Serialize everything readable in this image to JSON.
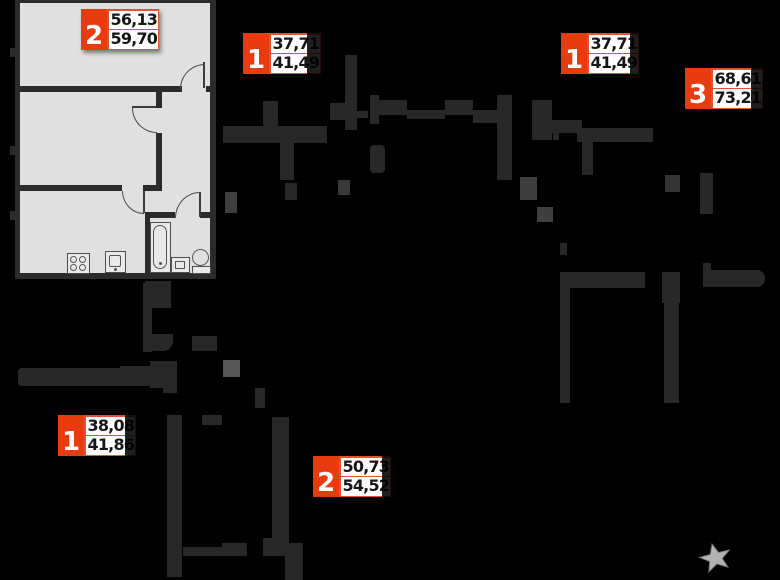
{
  "background_color": "#000000",
  "accent_red": "#e83c10",
  "plan": {
    "fill": "#e0e0e0",
    "wall": "#2b2b2b",
    "fixtures": [
      "stove-icon",
      "sink-icon",
      "bathtub-icon",
      "washbasin-icon",
      "toilet-icon"
    ]
  },
  "labels": [
    {
      "rooms": "2",
      "area_top": "56,13",
      "area_bottom": "59,70",
      "dimmed": false
    },
    {
      "rooms": "1",
      "area_top": "37,71",
      "area_bottom": "41,49",
      "dimmed": true
    },
    {
      "rooms": "1",
      "area_top": "37,71",
      "area_bottom": "41,49",
      "dimmed": true
    },
    {
      "rooms": "3",
      "area_top": "68,61",
      "area_bottom": "73,21",
      "dimmed": true
    },
    {
      "rooms": "1",
      "area_top": "38,08",
      "area_bottom": "41,86",
      "dimmed": true
    },
    {
      "rooms": "2",
      "area_top": "50,73",
      "area_bottom": "54,52",
      "dimmed": true
    }
  ],
  "watermark": {
    "icon": "star"
  }
}
